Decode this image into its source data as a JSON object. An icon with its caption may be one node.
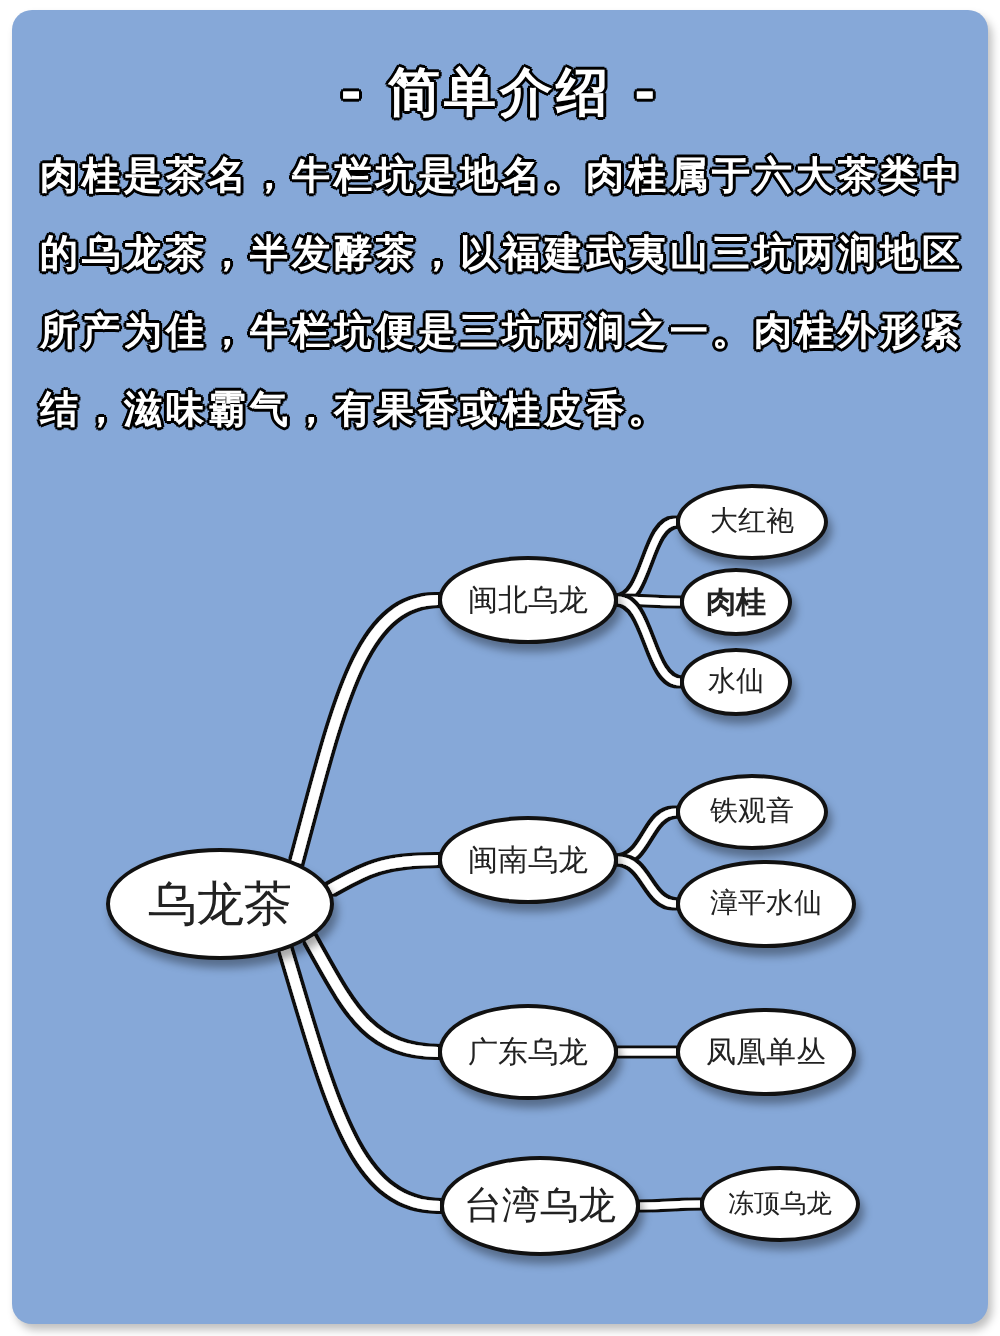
{
  "diagram": {
    "title": "- 简单介绍 -",
    "nodes": [
      {
        "text": [
          "乌龙茶"
        ]
      },
      {
        "text": [
          "闽北乌龙"
        ]
      },
      {
        "text": [
          "大红袍"
        ]
      },
      {
        "text": [
          "肉桂"
        ]
      },
      {
        "text": [
          "水仙"
        ]
      },
      {
        "text": [
          "闽南乌龙"
        ]
      },
      {
        "text": [
          "铁观音"
        ]
      },
      {
        "text": [
          "漳平水仙"
        ]
      },
      {
        "text": [
          "广东乌龙"
        ]
      },
      {
        "text": [
          "凤凰单丛"
        ]
      },
      {
        "text": [
          "台湾乌龙"
        ]
      },
      {
        "text": [
          "冻顶乌龙"
        ]
      }
    ],
    "edges": [
      {
        "from": 0,
        "to": 1,
        "arrow": "none"
      },
      {
        "from": 1,
        "to": 2,
        "arrow": "none"
      },
      {
        "from": 1,
        "to": 3,
        "arrow": "none"
      },
      {
        "from": 1,
        "to": 4,
        "arrow": "none"
      },
      {
        "from": 0,
        "to": 5,
        "arrow": "none"
      },
      {
        "from": 5,
        "to": 6,
        "arrow": "none"
      },
      {
        "from": 5,
        "to": 7,
        "arrow": "none"
      },
      {
        "from": 0,
        "to": 8,
        "arrow": "none"
      },
      {
        "from": 8,
        "to": 9,
        "arrow": "none"
      },
      {
        "from": 0,
        "to": 10,
        "arrow": "none"
      },
      {
        "from": 10,
        "to": 11,
        "arrow": "none"
      }
    ],
    "labels": [
      "肉桂是茶名，牛栏坑是地名。肉桂属于六大茶类中的乌龙茶，半发酵茶，以福建武夷山三坑两涧地区所产为佳，牛栏坑便是三坑两涧之一。肉桂外形紧结，滋味霸气，有果香或桂皮香。"
    ]
  }
}
